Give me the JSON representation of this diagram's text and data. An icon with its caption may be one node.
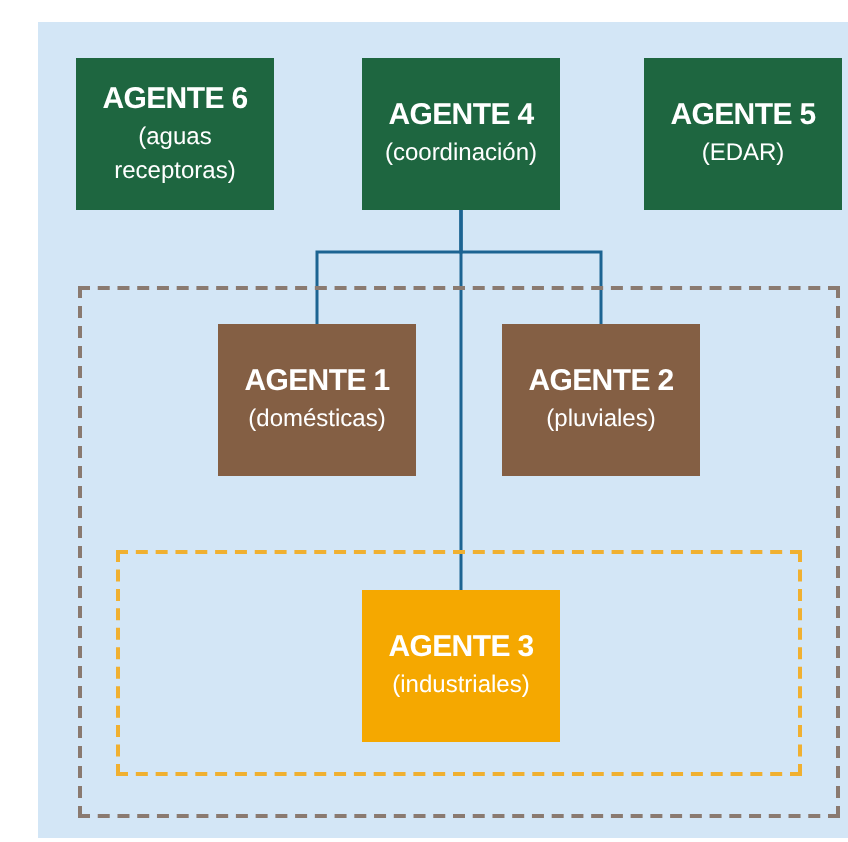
{
  "diagram": {
    "nodes": [
      {
        "text": [
          "AGENTE 6",
          "(aguas receptoras)"
        ]
      },
      {
        "text": [
          "AGENTE 4",
          "(coordinación)"
        ]
      },
      {
        "text": [
          "AGENTE 5",
          "(EDAR)"
        ]
      },
      {
        "text": [],
        "shape": "box"
      },
      {
        "text": [
          "AGENTE 1",
          "(domésticas)"
        ],
        "in": 3
      },
      {
        "text": [
          "AGENTE 2",
          "(pluviales)"
        ],
        "in": 3
      },
      {
        "text": [],
        "shape": "box",
        "in": 3
      },
      {
        "text": [
          "AGENTE 3",
          "(industriales)"
        ],
        "in": 6
      }
    ],
    "edges": [
      {
        "from": 1,
        "to": 4,
        "arrow": "none"
      },
      {
        "from": 1,
        "to": 5,
        "arrow": "none"
      },
      {
        "from": 1,
        "to": 7,
        "arrow": "none"
      }
    ]
  }
}
